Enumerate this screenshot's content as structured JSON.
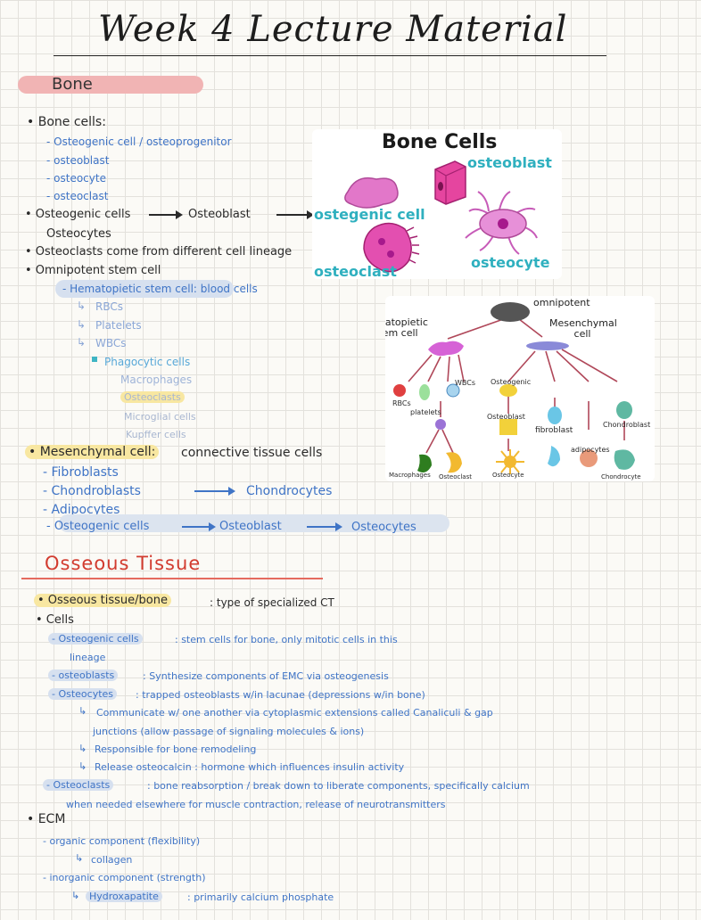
{
  "title": "Week 4 Lecture Material",
  "bone_heading": "Bone",
  "bone_cells": {
    "label": "• Bone cells:",
    "items": [
      "- Osteogenic cell / osteoprogenitor",
      "- osteoblast",
      "- osteocyte",
      "- osteoclast"
    ],
    "flow_1": "• Osteogenic cells",
    "flow_2": "Osteoblast",
    "flow_3": "Osteocytes",
    "osteoclast_note": "• Osteoclasts come from different cell lineage",
    "omnipotent": "• Omnipotent stem cell",
    "hema": "- Hematopietic stem cell: blood cells",
    "hema_items": [
      "RBCs",
      "Platelets",
      "WBCs"
    ],
    "phago": "Phagocytic cells",
    "phago_items": [
      "Macrophages",
      "Osteoclasts",
      "Microglial cells",
      "Kupffer cells"
    ],
    "mesen_label": "• Mesenchymal cell:",
    "mesen_text": "connective tissue cells",
    "mesen_items": [
      "- Fibroblasts",
      "- Chondroblasts",
      "Chondrocytes",
      "- Adipocytes"
    ],
    "mesen_flow_1": "- Osteogenic cells",
    "mesen_flow_2": "Osteoblast",
    "mesen_flow_3": "Osteocytes"
  },
  "figure1": {
    "title": "Bone Cells",
    "labels": [
      "osteoblast",
      "ostegenic cell",
      "osteoclast",
      "osteocyte"
    ],
    "colors": {
      "cell": "#e277c9",
      "teal": "#2fb0bf"
    }
  },
  "figure2": {
    "top": "omnipotent",
    "left": "Hematopietic Stem cell",
    "right": "Mesenchymal cell",
    "labels": [
      "RBCs",
      "platelets",
      "WBCs",
      "Osteogenic",
      "Osteoblast",
      "fibroblast",
      "Chondroblast",
      "adipocytes",
      "Macrophages",
      "Osteoclast",
      "Osteocyte",
      "Chondrocyte"
    ]
  },
  "osseous": {
    "heading": "Osseous Tissue",
    "def_label": "• Osseous tissue/bone",
    "def_text": ": type of specialized CT",
    "cells": "• Cells",
    "og_label": "- Osteogenic cells",
    "og_text": ": stem cells for bone, only mitotic cells in this",
    "og_text2": "lineage",
    "ob_label": "- osteoblasts",
    "ob_text": ": Synthesize components of EMC via osteogenesis",
    "oc_label": "- Osteocytes",
    "oc_text": ": trapped osteoblasts w/in lacunae (depressions w/in bone)",
    "oc_sub1": "Communicate w/ one another via cytoplasmic extensions called Canaliculi & gap",
    "oc_sub1b": "junctions (allow passage of signaling molecules & ions)",
    "oc_sub2": "Responsible for bone remodeling",
    "oc_sub3": "Release osteocalcin : hormone which influences insulin activity",
    "ocl_label": "- Osteoclasts",
    "ocl_text": ": bone reabsorption / break down to liberate components, specifically calcium",
    "ocl_text2": "when needed elsewhere for muscle contraction, release of neurotransmitters",
    "ecm": "• ECM",
    "org": "- organic component (flexibility)",
    "collagen": "collagen",
    "inorg": "- inorganic component (strength)",
    "hydroxy_label": "Hydroxapatite",
    "hydroxy_text": ": primarily calcium phosphate"
  }
}
